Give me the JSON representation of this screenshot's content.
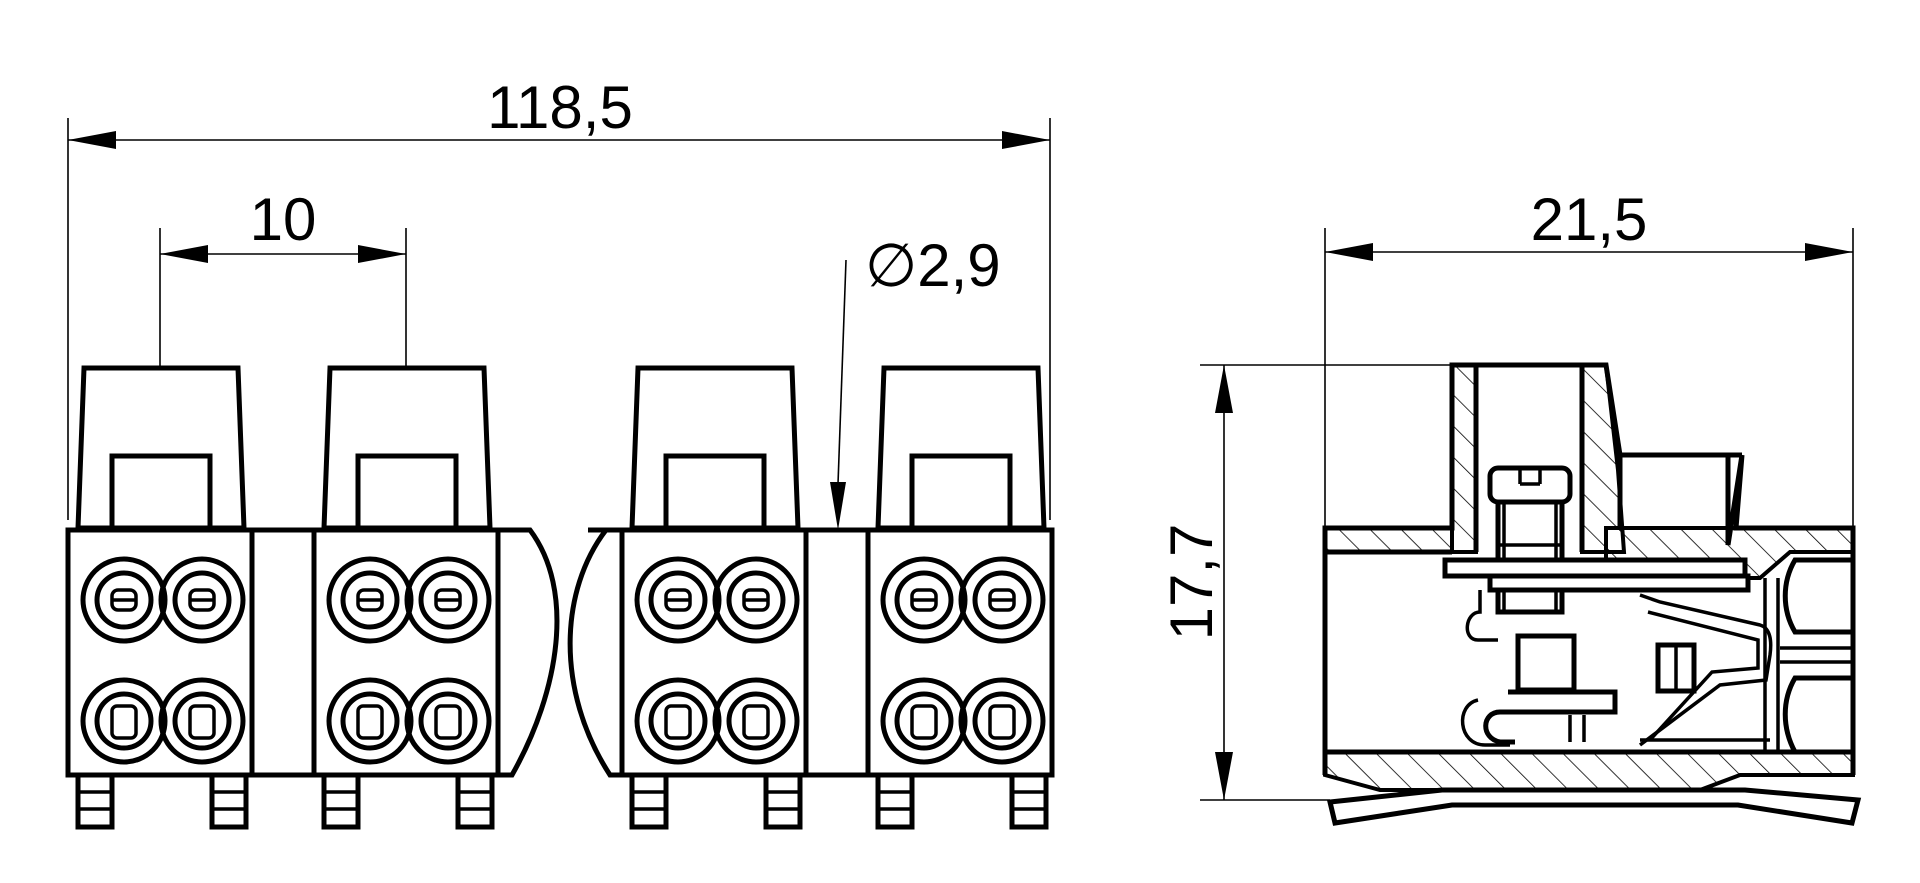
{
  "dimensions": {
    "overall_width": "118,5",
    "pitch": "10",
    "hole_diameter": "∅2,9",
    "side_width": "21,5",
    "side_height": "17,7"
  },
  "colors": {
    "line": "#000000",
    "background": "#ffffff"
  }
}
